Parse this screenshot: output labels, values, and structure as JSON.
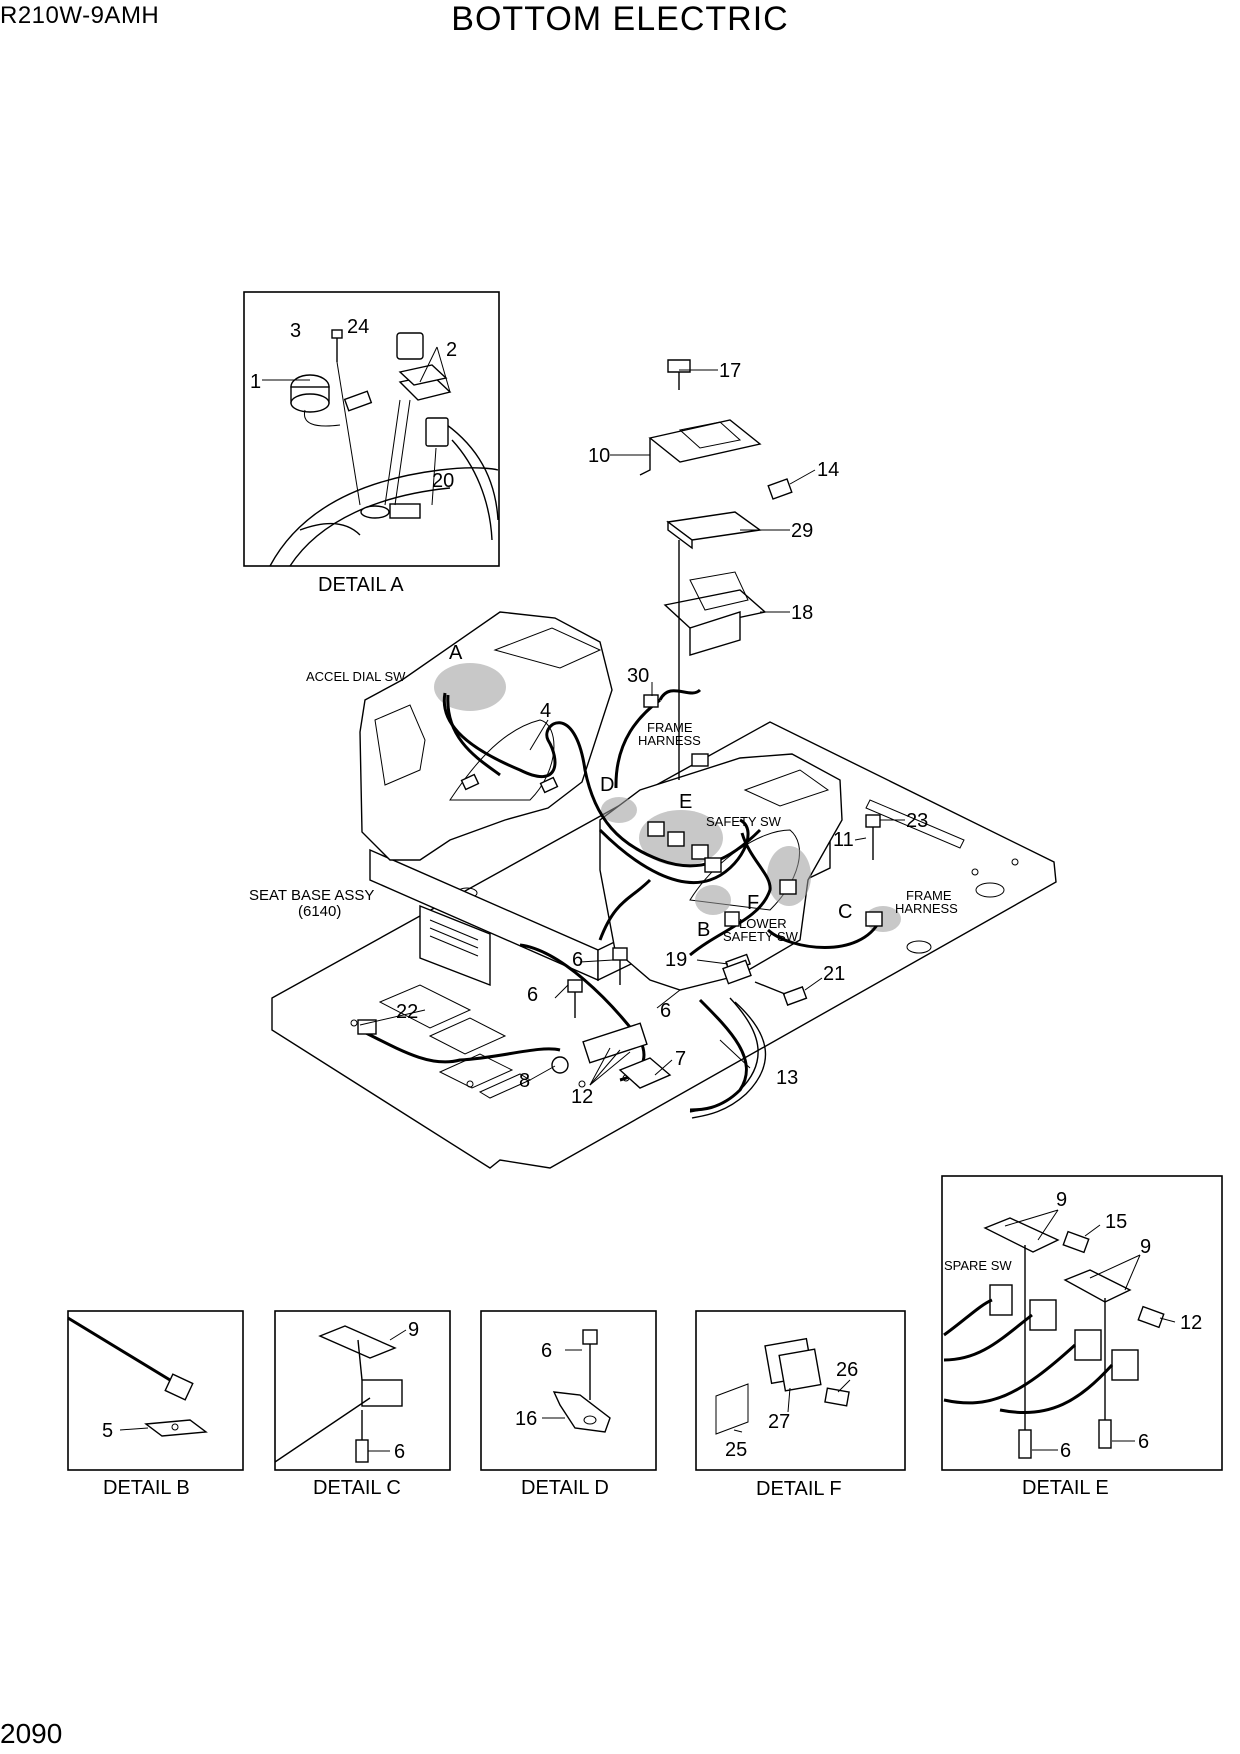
{
  "header": {
    "model": "R210W-9AMH",
    "title": "BOTTOM ELECTRIC"
  },
  "page_number": "2090",
  "callouts": {
    "main": {
      "n30": "30",
      "n4": "4",
      "n17": "17",
      "n10": "10",
      "n14": "14",
      "n29": "29",
      "n18": "18",
      "n23": "23",
      "n11": "11",
      "n6a": "6",
      "n6b": "6",
      "n6c": "6",
      "n19": "19",
      "n21": "21",
      "n22": "22",
      "n8": "8",
      "n12": "12",
      "n7": "7",
      "n13": "13"
    },
    "letters": {
      "A": "A",
      "B": "B",
      "C": "C",
      "D": "D",
      "E": "E",
      "F": "F"
    },
    "labels": {
      "accel_dial_sw": "ACCEL DIAL SW",
      "frame_harness_1_a": "FRAME",
      "frame_harness_1_b": "HARNESS",
      "frame_harness_2_a": "FRAME",
      "frame_harness_2_b": "HARNESS",
      "safety_sw": "SAFETY SW",
      "lower_safety_a": "LOWER",
      "lower_safety_b": "SAFETY SW",
      "seat_base_a": "SEAT BASE ASSY",
      "seat_base_b": "(6140)",
      "spare_sw": "SPARE SW"
    }
  },
  "details": {
    "A": {
      "caption": "DETAIL A",
      "n3": "3",
      "n24": "24",
      "n2": "2",
      "n1": "1",
      "n20": "20"
    },
    "B": {
      "caption": "DETAIL B",
      "n5": "5"
    },
    "C": {
      "caption": "DETAIL C",
      "n9": "9",
      "n6": "6"
    },
    "D": {
      "caption": "DETAIL D",
      "n6": "6",
      "n16": "16"
    },
    "F": {
      "caption": "DETAIL F",
      "n26": "26",
      "n27": "27",
      "n25": "25"
    },
    "E": {
      "caption": "DETAIL E",
      "n9a": "9",
      "n15": "15",
      "n9b": "9",
      "n12": "12",
      "n6a": "6",
      "n6b": "6"
    }
  }
}
